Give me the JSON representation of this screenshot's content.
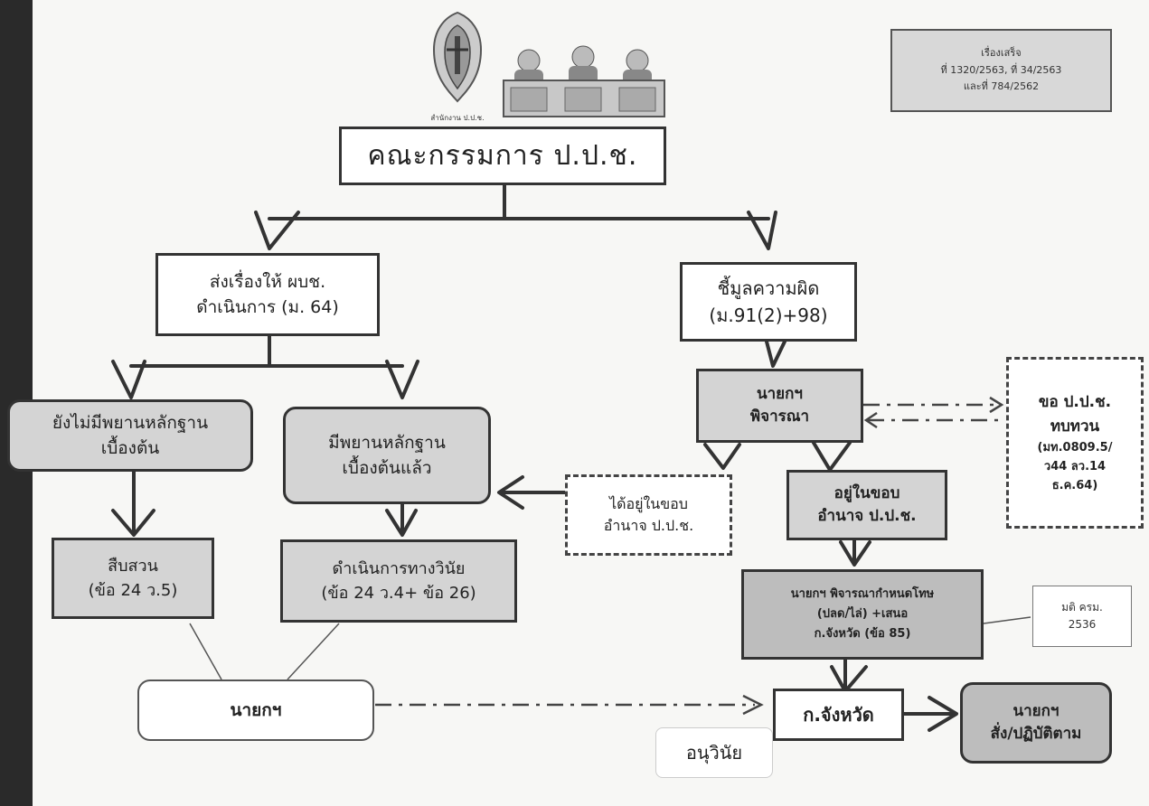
{
  "title": "คณะกรรมการ ป.ป.ช.",
  "logo_caption": "สำนักงาน ป.ป.ช.",
  "note_reference": {
    "line1": "เรื่องเสร็จ",
    "line2": "ที่ 1320/2563, ที่ 34/2563",
    "line3": "และที่ 784/2562"
  },
  "nodes": {
    "send_to_governor": {
      "line1": "ส่งเรื่องให้ ผบช.",
      "line2": "ดำเนินการ  (ม. 64)"
    },
    "indict": {
      "line1": "ชี้มูลความผิด",
      "line2": "(ม.91(2)+98)"
    },
    "no_evidence": {
      "line1": "ยังไม่มีพยานหลักฐาน",
      "line2": "เบื้องต้น"
    },
    "has_evidence": {
      "line1": "มีพยานหลักฐาน",
      "line2": "เบื้องต้นแล้ว"
    },
    "mayor_consider": {
      "line1": "นายกฯ",
      "line2": "พิจารณา"
    },
    "request_review": {
      "line1": "ขอ ป.ป.ช.",
      "line2": "ทบทวน",
      "line3": "(มท.0809.5/",
      "line4": "ว44 ลว.14",
      "line5": "ธ.ค.64)"
    },
    "outside_authority": {
      "line1": "ได้อยู่ในขอบ",
      "line2": "อำนาจ ป.ป.ช."
    },
    "within_authority": {
      "line1": "อยู่ในขอบ",
      "line2": "อำนาจ ป.ป.ช."
    },
    "investigate": {
      "line1": "สืบสวน",
      "line2": "(ข้อ 24 ว.5)"
    },
    "disciplinary": {
      "line1": "ดำเนินการทางวินัย",
      "line2": "(ข้อ 24 ว.4+ ข้อ 26)"
    },
    "mayor_penalty": {
      "line1": "นายกฯ พิจารณากำหนดโทษ",
      "line2": "(ปลด/ไล่) +เสนอ",
      "line3": "ก.จังหวัด (ข้อ 85)"
    },
    "cabinet_note": {
      "line1": "มติ ครม.",
      "line2": "2536"
    },
    "mayor": {
      "label": "นายกฯ"
    },
    "provincial_committee": {
      "label": "ก.จังหวัด"
    },
    "sub_discipline": {
      "label": "อนุวินัย"
    },
    "mayor_order": {
      "line1": "นายกฯ",
      "line2": "สั่ง/ปฏิบัติตาม"
    }
  },
  "colors": {
    "line": "#333333",
    "box_grey": "#d4d4d4",
    "box_dark_grey": "#bdbdbd",
    "left_bar": "#2a2a2a"
  }
}
